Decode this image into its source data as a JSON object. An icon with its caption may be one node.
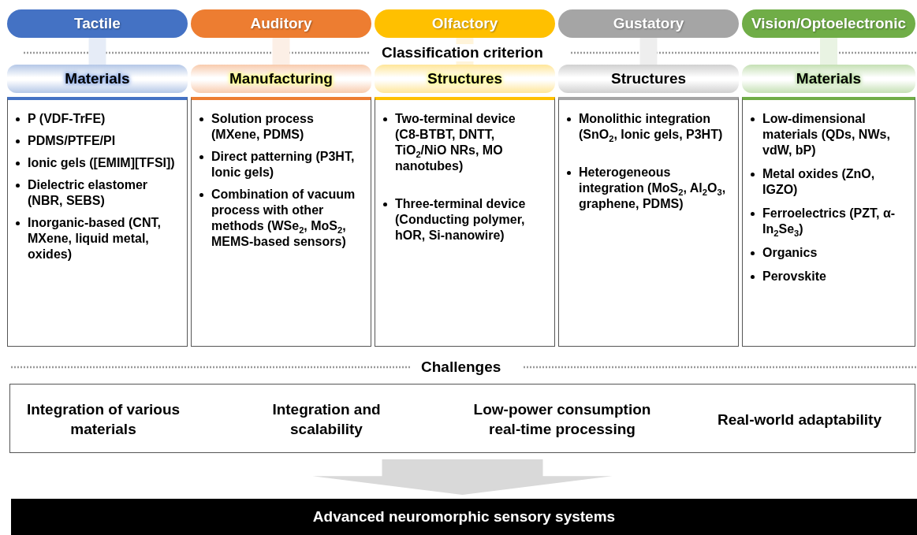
{
  "diagram": {
    "nodes": [
      {
        "text": [
          "Tactile"
        ]
      },
      {
        "text": [
          "Auditory"
        ]
      },
      {
        "text": [
          "Olfactory"
        ]
      },
      {
        "text": [
          "Gustatory"
        ]
      },
      {
        "text": [
          "Vision/Optoelectronic"
        ]
      },
      {
        "text": [
          "Materials"
        ]
      },
      {
        "text": [
          "Manufacturing"
        ]
      },
      {
        "text": [
          "Structures"
        ]
      },
      {
        "text": [
          "Structures"
        ]
      },
      {
        "text": [
          "Materials"
        ]
      },
      {
        "text": [
          "P (VDF-TrFE)",
          "PDMS/PTFE/PI",
          "Ionic gels ([EMIM][TFSI])",
          "Dielectric elastomer (NBR, SEBS)",
          "Inorganic-based (CNT, MXene, liquid metal, oxides)"
        ]
      },
      {
        "text": [
          "Solution process (MXene, PDMS)",
          "Direct patterning (P3HT, Ionic gels)",
          "Combination of vacuum process with other methods (WSe$_{2}$, MoS$_{2}$, MEMS-based sensors)"
        ]
      },
      {
        "text": [
          "Two-terminal device (C8-BTBT, DNTT, TiO$_{2}$/NiO NRs, MO nanotubes)",
          "Three-terminal device (Conducting polymer, hOR, Si-nanowire)"
        ]
      },
      {
        "text": [
          "Monolithic integration (SnO$_{2}$, Ionic gels, P3HT)",
          "Heterogeneous integration (MoS$_{2}$, Al$_{2}$O$_{3}$, graphene, PDMS)"
        ]
      },
      {
        "text": [
          "Low-dimensional materials (QDs, NWs, vdW, bP)",
          "Metal oxides (ZnO, IGZO)",
          "Ferroelectrics (PZT, α-In$_{2}$Se$_{3}$)",
          "Organics",
          "Perovskite"
        ]
      },
      {
        "text": [
          "Integration of various materials",
          "Integration and scalability",
          "Low-power consumption real-time processing",
          "Real-world adaptability"
        ]
      },
      {
        "text": [
          "Advanced neuromorphic sensory systems"
        ]
      }
    ],
    "edges": [
      {
        "from": 0,
        "to": 5,
        "arrow": "none",
        "color": "#e6ecf7"
      },
      {
        "from": 1,
        "to": 6,
        "arrow": "none",
        "color": "#fcefe6"
      },
      {
        "from": 2,
        "to": 7,
        "arrow": "none",
        "color": "#fff4da"
      },
      {
        "from": 3,
        "to": 8,
        "arrow": "none",
        "color": "#eeeeee"
      },
      {
        "from": 4,
        "to": 9,
        "arrow": "none",
        "color": "#e9f3e3"
      },
      {
        "from": 15,
        "to": 16,
        "arrow": "to",
        "style": "thick",
        "color": "#d9d9d9"
      }
    ],
    "labels": [
      "Classification criterion",
      "Challenges"
    ]
  }
}
